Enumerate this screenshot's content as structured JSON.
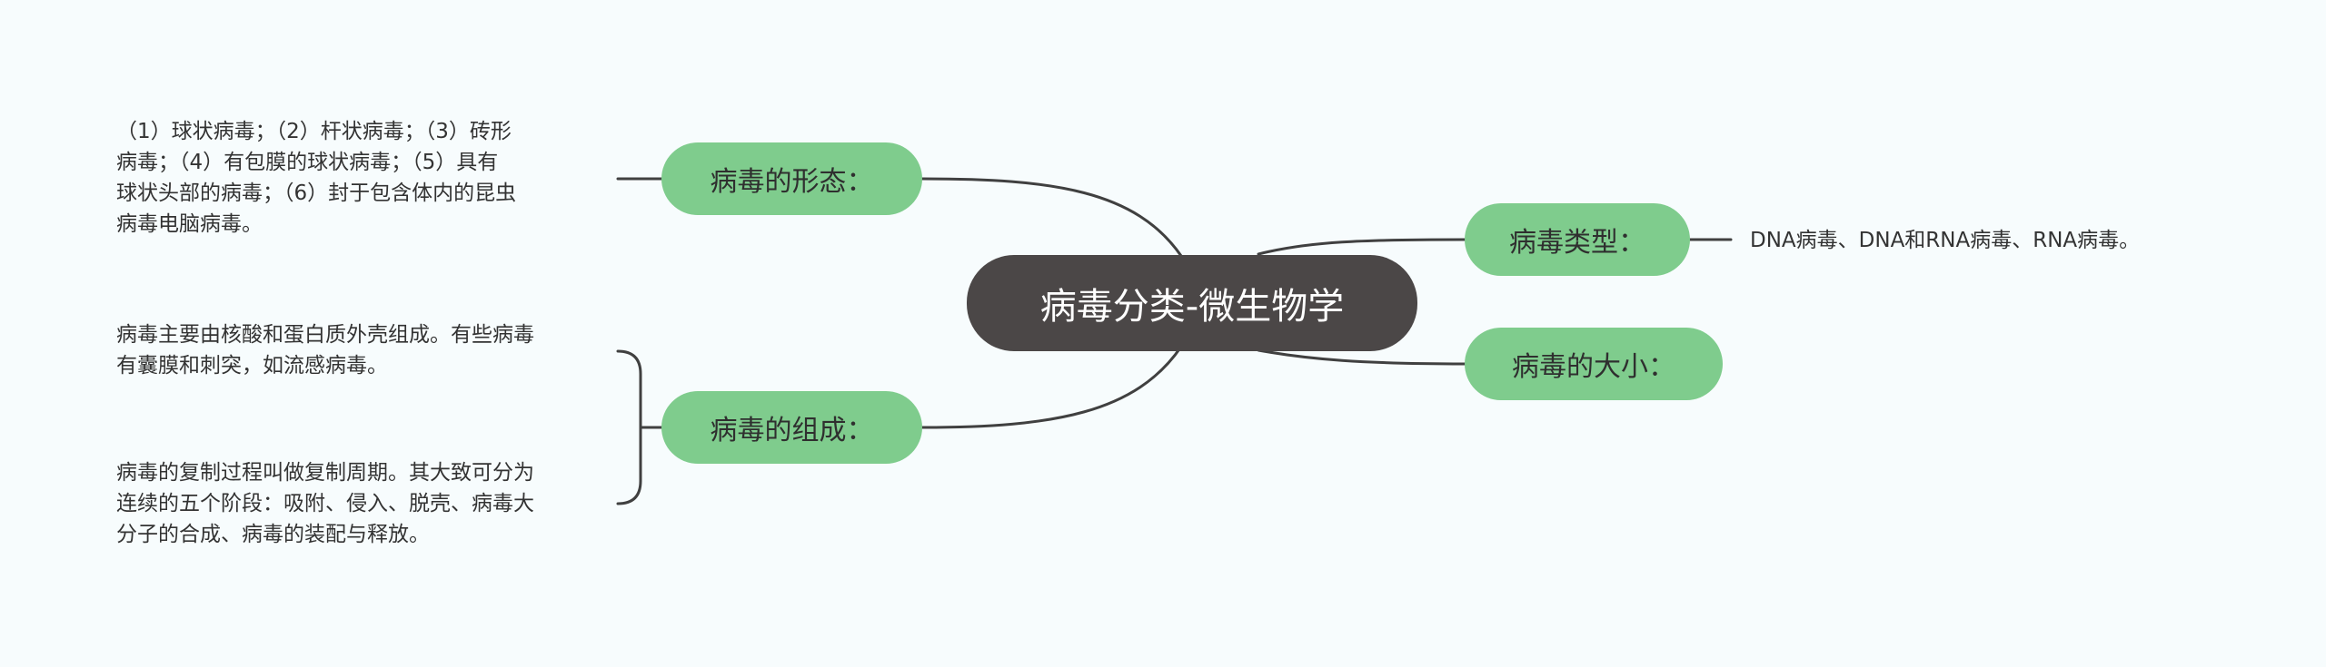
{
  "root": {
    "label": "病毒分类-微生物学"
  },
  "branches": {
    "morphology": {
      "label": "病毒的形态：",
      "detail": "（1）球状病毒；（2）杆状病毒；（3）砖形\n病毒；（4）有包膜的球状病毒；（5）具有\n球状头部的病毒；（6）封于包含体内的昆虫\n病毒电脑病毒。"
    },
    "composition": {
      "label": "病毒的组成：",
      "details": [
        "病毒主要由核酸和蛋白质外壳组成。有些病毒\n有囊膜和刺突，如流感病毒。",
        "病毒的复制过程叫做复制周期。其大致可分为\n连续的五个阶段：吸附、侵入、脱壳、病毒大\n分子的合成、病毒的装配与释放。"
      ]
    },
    "types": {
      "label": "病毒类型：",
      "detail": "DNA病毒、DNA和RNA病毒、RNA病毒。"
    },
    "size": {
      "label": "病毒的大小："
    }
  },
  "colors": {
    "background": "#f7fcfd",
    "root_fill": "#4b4747",
    "branch_fill": "#7fcc8d",
    "connector": "#404040",
    "text": "#333333"
  }
}
